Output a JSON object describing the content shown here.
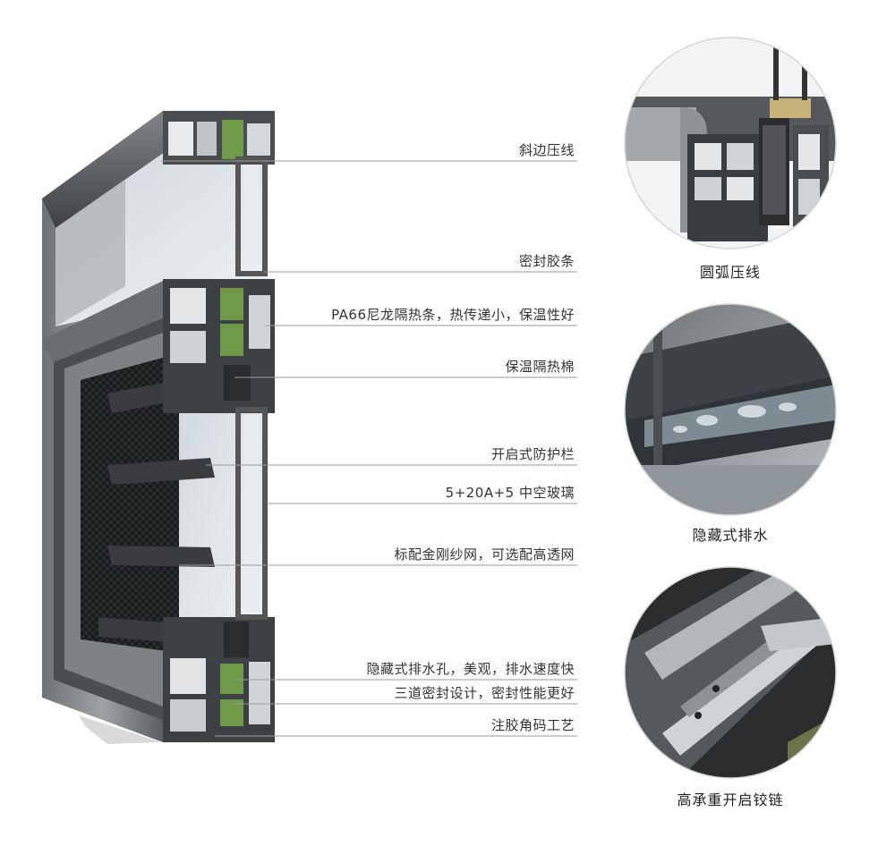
{
  "callouts": [
    {
      "label": "斜边压线"
    },
    {
      "label": "密封胶条"
    },
    {
      "label": "PA66尼龙隔热条，热传递小，保温性好"
    },
    {
      "label": "保温隔热棉"
    },
    {
      "label": "开启式防护栏"
    },
    {
      "label": "5+20A+5 中空玻璃"
    },
    {
      "label": "标配金刚纱网，可选配高透网"
    },
    {
      "label": "隐藏式排水孔，美观，排水速度快"
    },
    {
      "label": "三道密封设计，密封性能更好"
    },
    {
      "label": "注胶角码工艺"
    }
  ],
  "details": [
    {
      "caption": "圆弧压线"
    },
    {
      "caption": "隐藏式排水"
    },
    {
      "caption": "高承重开启铰链"
    }
  ],
  "colors": {
    "frame_dark": "#5a5d60",
    "frame_mid": "#8c9094",
    "frame_light": "#c3c6c9",
    "glass": "#dfe6ea",
    "thermal_strip": "#6f9a4a",
    "leader_line": "#9a9a9a"
  }
}
